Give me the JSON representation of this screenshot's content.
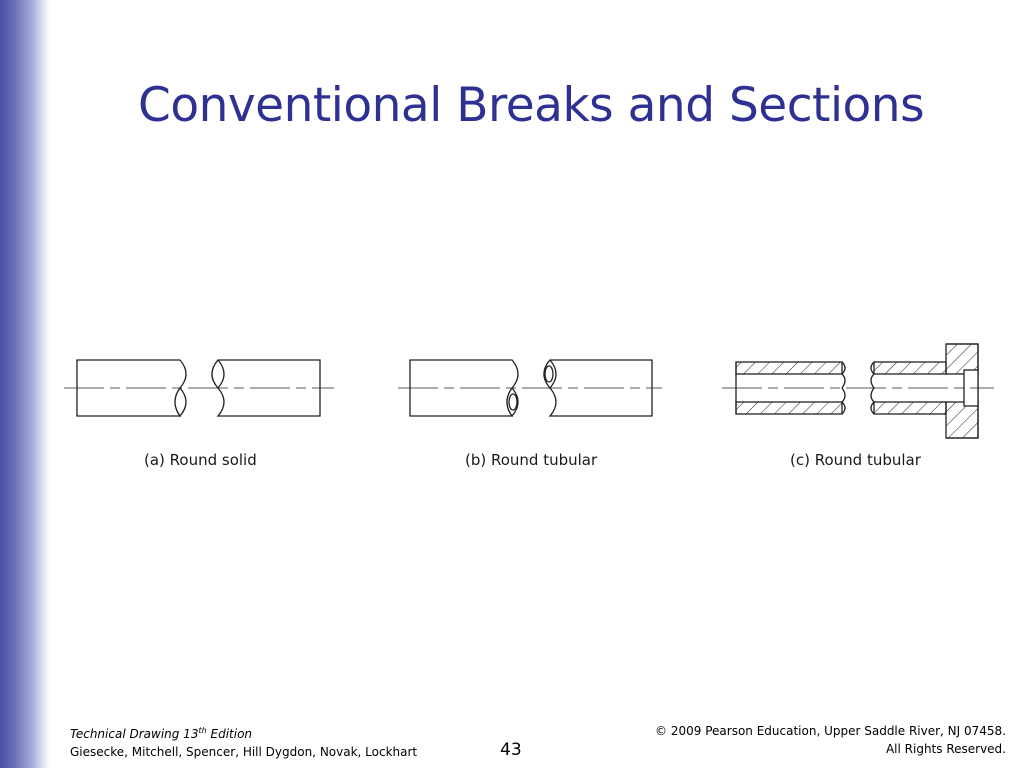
{
  "slide": {
    "title": "Conventional Breaks and Sections",
    "page_number": "43",
    "accent_color": "#2e3192"
  },
  "figures": [
    {
      "caption": "(a) Round solid"
    },
    {
      "caption": "(b) Round tubular"
    },
    {
      "caption": "(c) Round tubular"
    }
  ],
  "footer": {
    "book_title": "Technical Drawing 13",
    "edition_sup": "th",
    "edition_word": " Edition",
    "authors": "Giesecke, Mitchell, Spencer, Hill Dygdon, Novak, Lockhart",
    "copyright": "© 2009 Pearson Education, Upper Saddle River, NJ 07458.",
    "rights": "All Rights Reserved."
  }
}
